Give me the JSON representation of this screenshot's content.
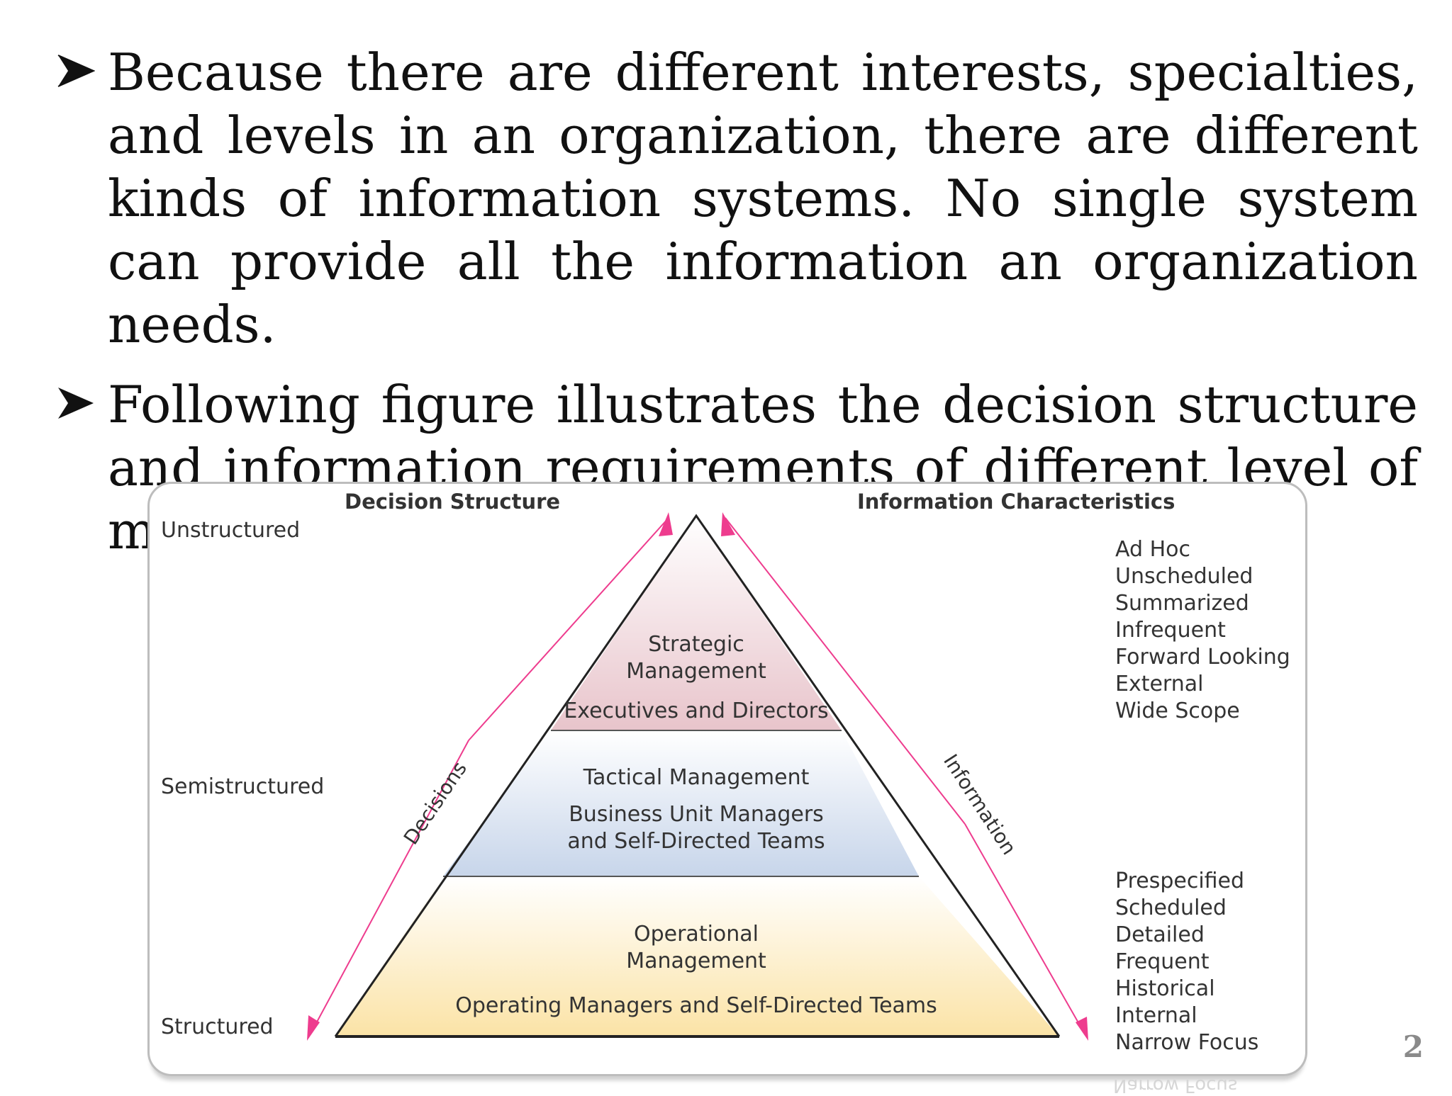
{
  "bullets": [
    {
      "text": "Because there are different interests, specialties, and levels in an organization, there are different kinds of information systems. No single system can provide all the information an organization needs."
    },
    {
      "text": "Following figure illustrates the decision structure and information requirements of different level of managers in organization."
    }
  ],
  "figure": {
    "decision_header": "Decision Structure",
    "info_header": "Information Characteristics",
    "levels": {
      "unstructured": "Unstructured",
      "semistructured": "Semistructured",
      "structured": "Structured"
    },
    "tiers": {
      "strategic": {
        "title_line1": "Strategic",
        "title_line2": "Management",
        "subtitle": "Executives and Directors",
        "color": "#e8c4cb"
      },
      "tactical": {
        "title": "Tactical Management",
        "subtitle_line1": "Business Unit Managers",
        "subtitle_line2": "and Self-Directed Teams",
        "color": "#c7d5ea"
      },
      "operational": {
        "title_line1": "Operational",
        "title_line2": "Management",
        "subtitle": "Operating Managers and Self-Directed Teams",
        "color": "#fbe3a6"
      }
    },
    "decisions_label": "Decisions",
    "information_label": "Information",
    "arrow_color": "#ee3c8e",
    "top_characteristics": [
      "Ad Hoc",
      "Unscheduled",
      "Summarized",
      "Infrequent",
      "Forward Looking",
      "External",
      "Wide Scope"
    ],
    "bottom_characteristics": [
      "Prespecified",
      "Scheduled",
      "Detailed",
      "Frequent",
      "Historical",
      "Internal",
      "Narrow Focus"
    ]
  },
  "page_number": "2"
}
